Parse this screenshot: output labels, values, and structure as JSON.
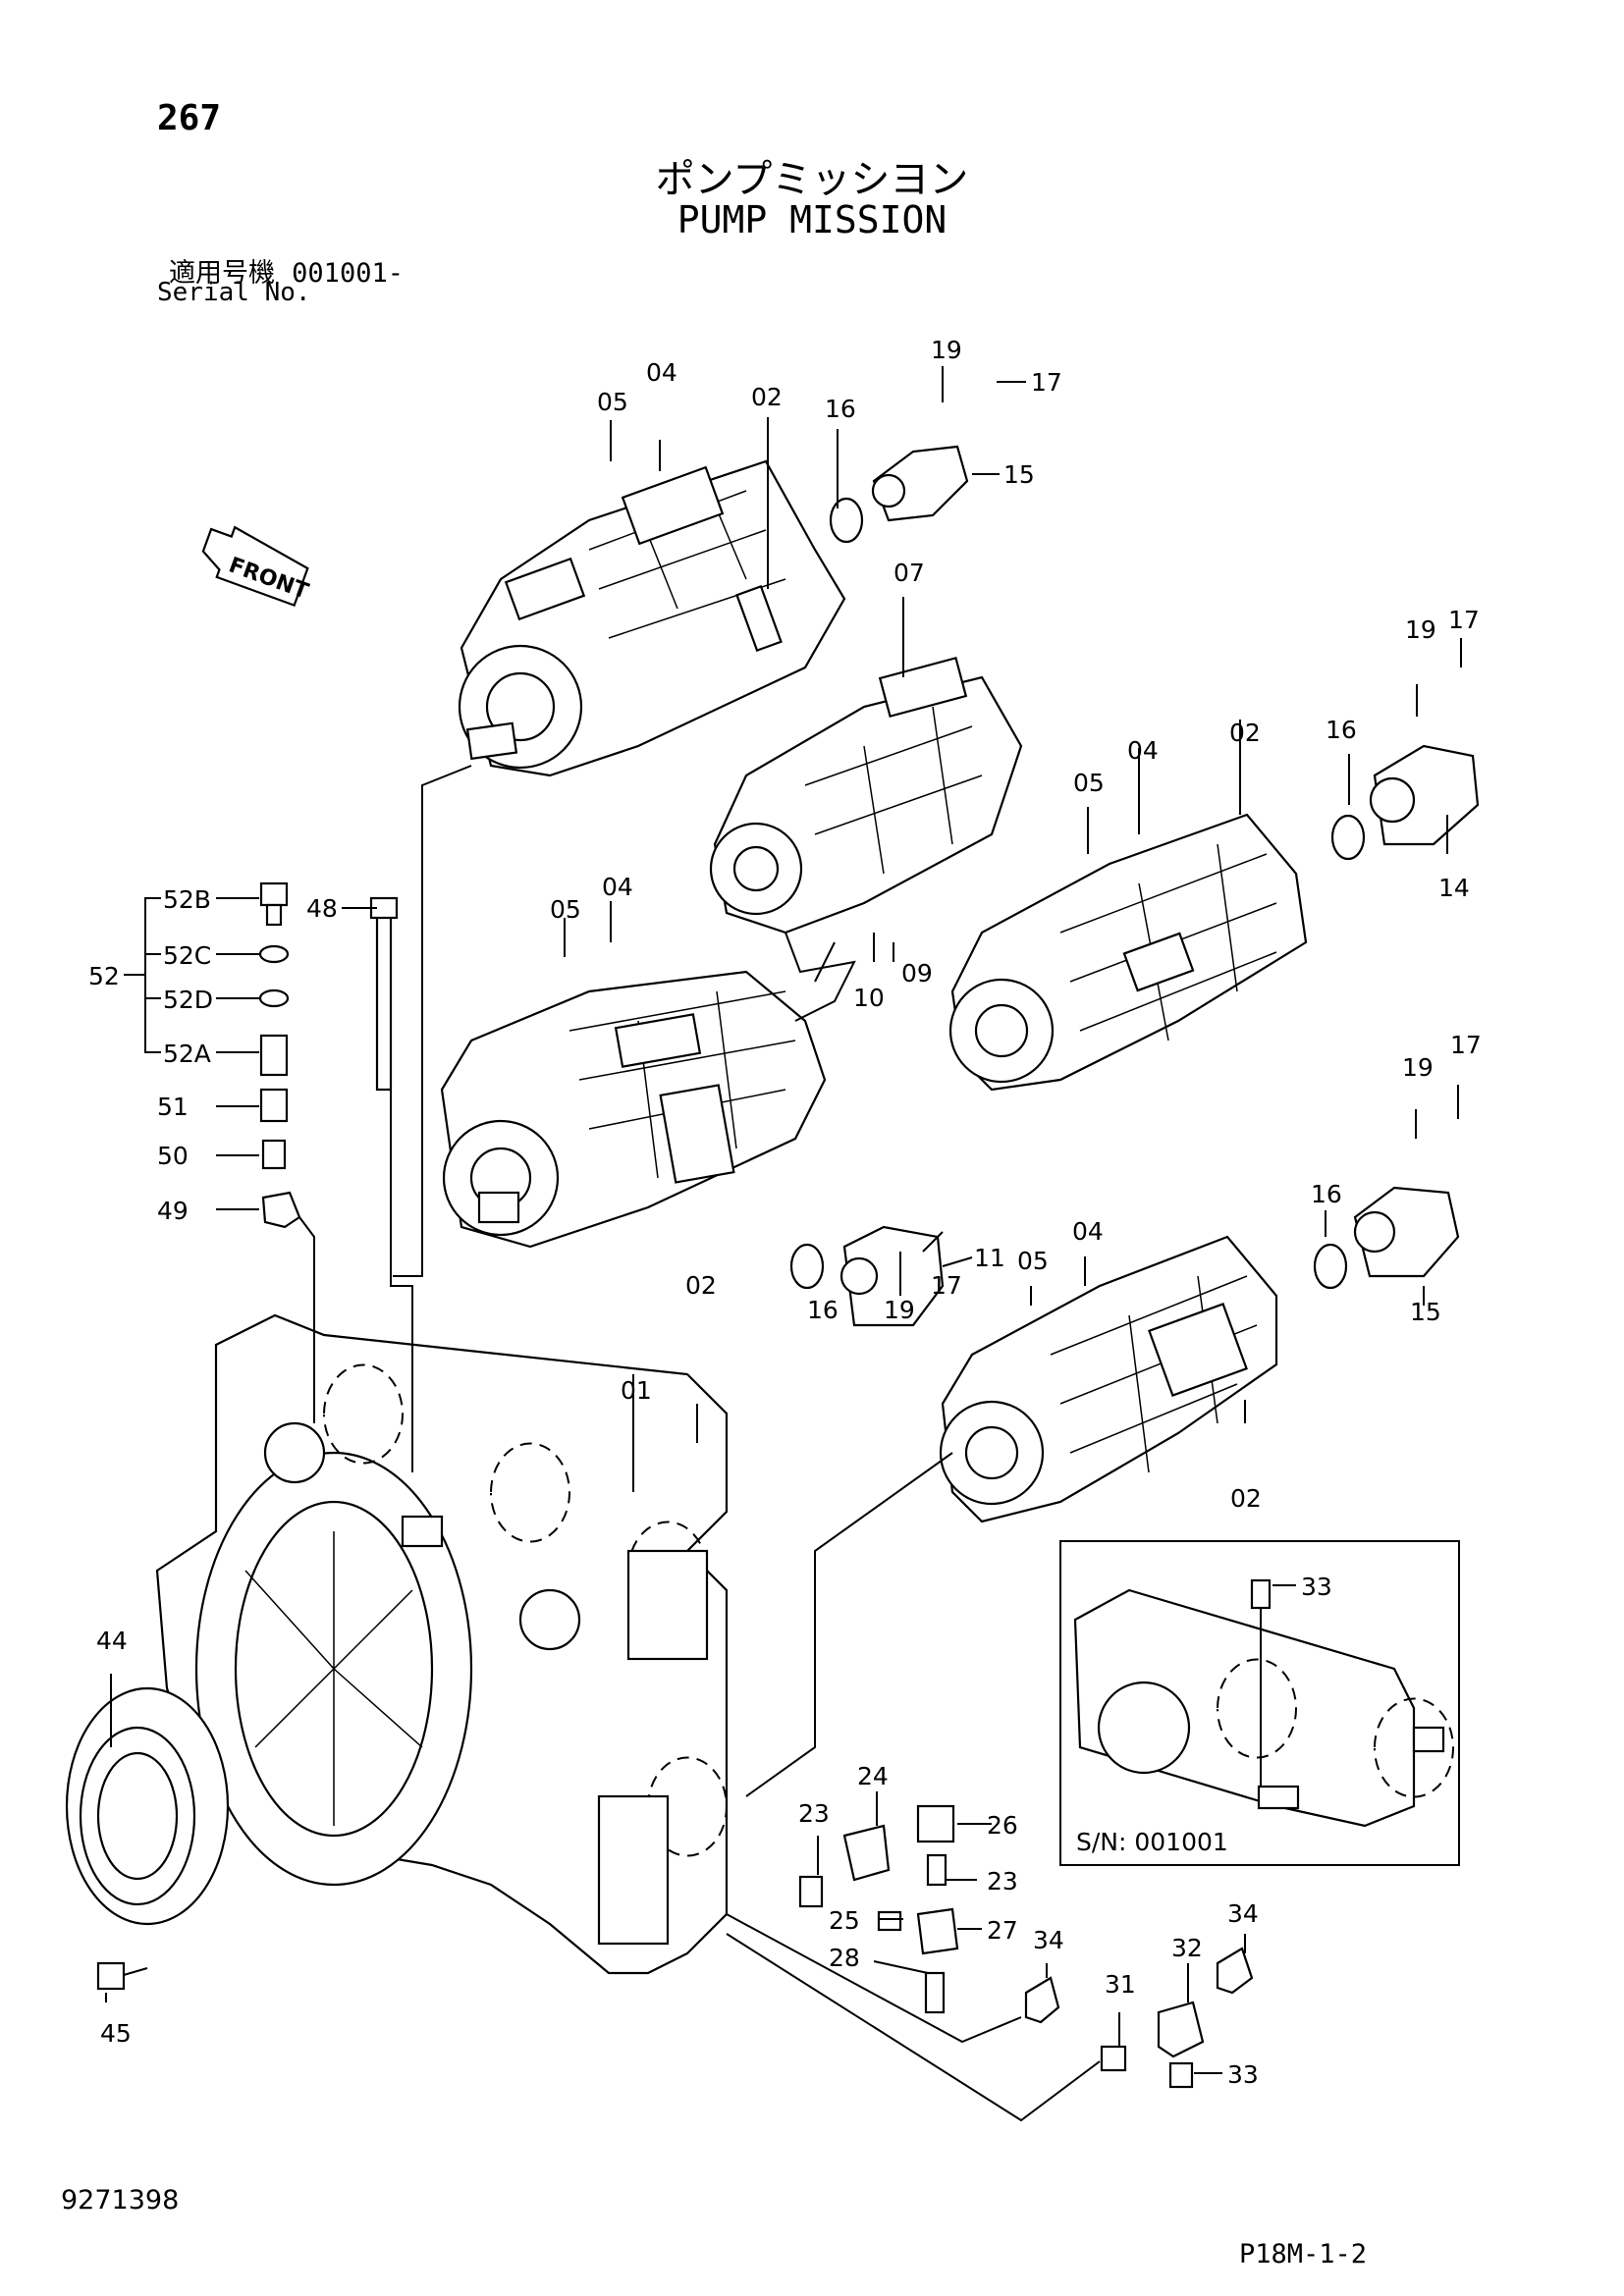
{
  "header": {
    "page_number": "267",
    "title_jp": "ポンプミッシヨン",
    "title_en": "PUMP MISSION",
    "serial_label_jp": "適用号機",
    "serial_value": "001001-",
    "serial_label_en": "Serial No."
  },
  "footer": {
    "drawing_number": "9271398",
    "sheet_code": "P18M-1-2"
  },
  "front_indicator": "FRONT",
  "inset": {
    "serial_caption": "S/N: 001001"
  },
  "callouts": [
    {
      "id": "c01",
      "text": "01"
    },
    {
      "id": "c02a",
      "text": "02"
    },
    {
      "id": "c02b",
      "text": "02"
    },
    {
      "id": "c02c",
      "text": "02"
    },
    {
      "id": "c02d",
      "text": "02"
    },
    {
      "id": "c04a",
      "text": "04"
    },
    {
      "id": "c04b",
      "text": "04"
    },
    {
      "id": "c04c",
      "text": "04"
    },
    {
      "id": "c04d",
      "text": "04"
    },
    {
      "id": "c05a",
      "text": "05"
    },
    {
      "id": "c05b",
      "text": "05"
    },
    {
      "id": "c05c",
      "text": "05"
    },
    {
      "id": "c05d",
      "text": "05"
    },
    {
      "id": "c07",
      "text": "07"
    },
    {
      "id": "c09",
      "text": "09"
    },
    {
      "id": "c10",
      "text": "10"
    },
    {
      "id": "c11",
      "text": "11"
    },
    {
      "id": "c14",
      "text": "14"
    },
    {
      "id": "c15a",
      "text": "15"
    },
    {
      "id": "c15b",
      "text": "15"
    },
    {
      "id": "c16a",
      "text": "16"
    },
    {
      "id": "c16b",
      "text": "16"
    },
    {
      "id": "c16c",
      "text": "16"
    },
    {
      "id": "c16d",
      "text": "16"
    },
    {
      "id": "c17a",
      "text": "17"
    },
    {
      "id": "c17b",
      "text": "17"
    },
    {
      "id": "c17c",
      "text": "17"
    },
    {
      "id": "c17d",
      "text": "17"
    },
    {
      "id": "c19a",
      "text": "19"
    },
    {
      "id": "c19b",
      "text": "19"
    },
    {
      "id": "c19c",
      "text": "19"
    },
    {
      "id": "c19d",
      "text": "19"
    },
    {
      "id": "c23a",
      "text": "23"
    },
    {
      "id": "c23b",
      "text": "23"
    },
    {
      "id": "c24",
      "text": "24"
    },
    {
      "id": "c25",
      "text": "25"
    },
    {
      "id": "c26",
      "text": "26"
    },
    {
      "id": "c27",
      "text": "27"
    },
    {
      "id": "c28",
      "text": "28"
    },
    {
      "id": "c31",
      "text": "31"
    },
    {
      "id": "c32",
      "text": "32"
    },
    {
      "id": "c33a",
      "text": "33"
    },
    {
      "id": "c33b",
      "text": "33"
    },
    {
      "id": "c34a",
      "text": "34"
    },
    {
      "id": "c34b",
      "text": "34"
    },
    {
      "id": "c44",
      "text": "44"
    },
    {
      "id": "c45",
      "text": "45"
    },
    {
      "id": "c48",
      "text": "48"
    },
    {
      "id": "c49",
      "text": "49"
    },
    {
      "id": "c50",
      "text": "50"
    },
    {
      "id": "c51",
      "text": "51"
    },
    {
      "id": "c52",
      "text": "52"
    },
    {
      "id": "c52A",
      "text": "52A"
    },
    {
      "id": "c52B",
      "text": "52B"
    },
    {
      "id": "c52C",
      "text": "52C"
    },
    {
      "id": "c52D",
      "text": "52D"
    }
  ]
}
